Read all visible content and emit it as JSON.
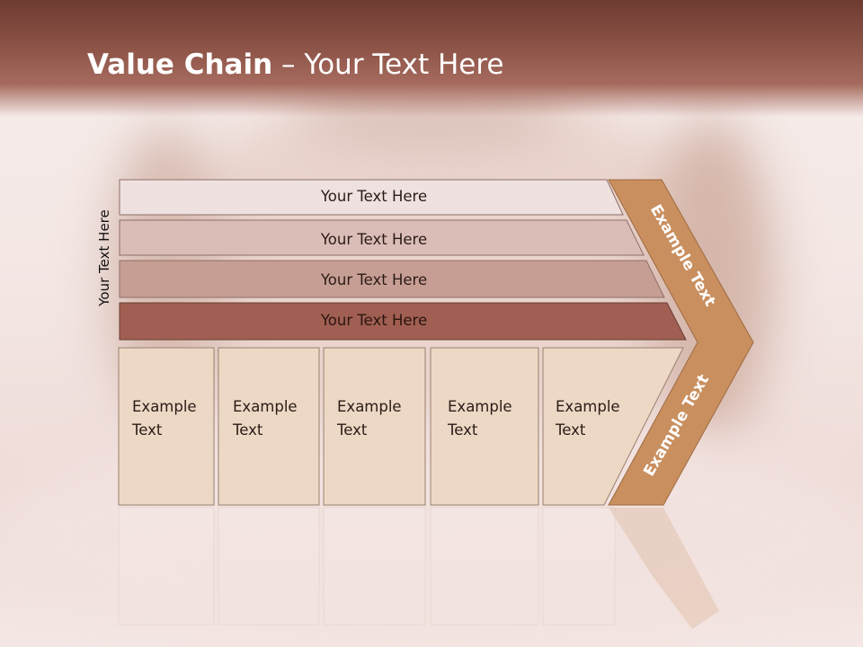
{
  "slide": {
    "title_bold": "Value Chain",
    "title_rest": " – Your Text Here",
    "side_label": "Your Text Here"
  },
  "rows": [
    {
      "label": "Your Text Here",
      "color": "#efe1df"
    },
    {
      "label": "Your Text Here",
      "color": "#dbbdb7"
    },
    {
      "label": "Your Text Here",
      "color": "#c79e94"
    },
    {
      "label": "Your Text Here",
      "color": "#a05f52"
    }
  ],
  "columns": [
    {
      "line1": "Example",
      "line2": "Text"
    },
    {
      "line1": "Example",
      "line2": "Text"
    },
    {
      "line1": "Example",
      "line2": "Text"
    },
    {
      "line1": "Example",
      "line2": "Text"
    },
    {
      "line1": "Example",
      "line2": "Text"
    }
  ],
  "chevron": {
    "top_label": "Example Text",
    "bottom_label": "Example Text",
    "color": "#c98f5f"
  },
  "colors": {
    "column_fill": "#ecd8c4",
    "title_bar": "#8a4d41"
  }
}
